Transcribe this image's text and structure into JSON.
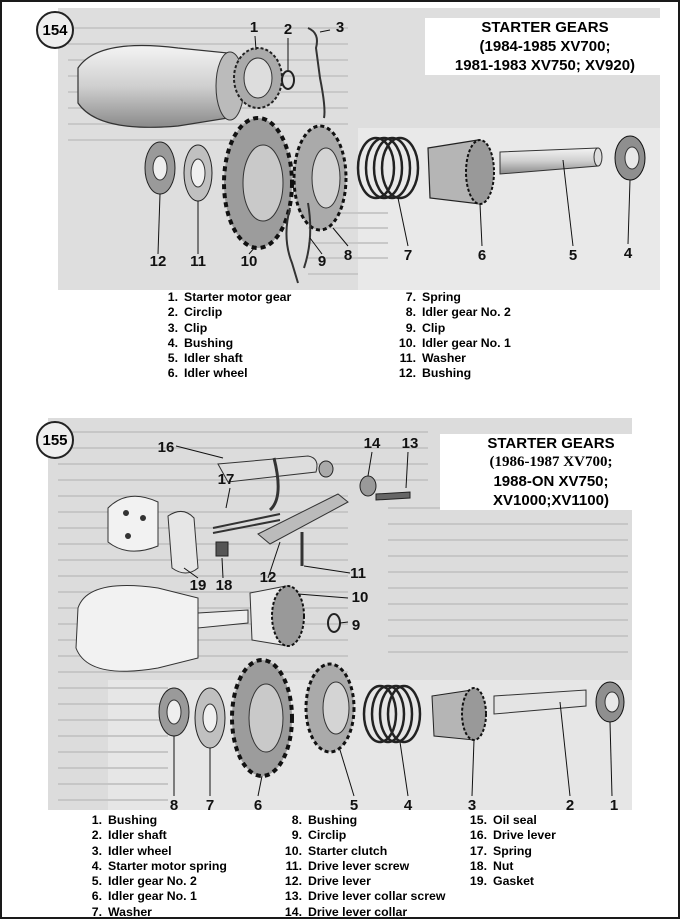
{
  "figure_1": {
    "badge": "154",
    "title": [
      "STARTER GEARS",
      "(1984-1985 XV700;",
      "1981-1983 XV750; XV920)"
    ],
    "callouts": [
      "1",
      "2",
      "3",
      "4",
      "5",
      "6",
      "7",
      "8",
      "9",
      "10",
      "11",
      "12"
    ],
    "legend_left": [
      {
        "n": "1.",
        "label": "Starter motor gear"
      },
      {
        "n": "2.",
        "label": "Circlip"
      },
      {
        "n": "3.",
        "label": "Clip"
      },
      {
        "n": "4.",
        "label": "Bushing"
      },
      {
        "n": "5.",
        "label": "Idler shaft"
      },
      {
        "n": "6.",
        "label": "Idler wheel"
      }
    ],
    "legend_right": [
      {
        "n": "7.",
        "label": "Spring"
      },
      {
        "n": "8.",
        "label": "Idler gear No. 2"
      },
      {
        "n": "9.",
        "label": "Clip"
      },
      {
        "n": "10.",
        "label": "Idler gear No. 1"
      },
      {
        "n": "11.",
        "label": "Washer"
      },
      {
        "n": "12.",
        "label": "Bushing"
      }
    ]
  },
  "figure_2": {
    "badge": "155",
    "title": [
      "STARTER GEARS",
      "(1986-1987 XV700;",
      "1988-ON XV750;",
      "XV1000;XV1100)"
    ],
    "callouts": [
      "1",
      "2",
      "3",
      "4",
      "5",
      "6",
      "7",
      "8",
      "9",
      "10",
      "11",
      "12",
      "13",
      "14",
      "16",
      "17",
      "18",
      "19"
    ],
    "legend_col1": [
      {
        "n": "1.",
        "label": "Bushing"
      },
      {
        "n": "2.",
        "label": "Idler shaft"
      },
      {
        "n": "3.",
        "label": "Idler wheel"
      },
      {
        "n": "4.",
        "label": "Starter motor spring"
      },
      {
        "n": "5.",
        "label": "Idler gear No. 2"
      },
      {
        "n": "6.",
        "label": "Idler gear No. 1"
      },
      {
        "n": "7.",
        "label": "Washer"
      }
    ],
    "legend_col2": [
      {
        "n": "8.",
        "label": "Bushing"
      },
      {
        "n": "9.",
        "label": "Circlip"
      },
      {
        "n": "10.",
        "label": "Starter clutch"
      },
      {
        "n": "11.",
        "label": "Drive lever screw"
      },
      {
        "n": "12.",
        "label": "Drive lever"
      },
      {
        "n": "13.",
        "label": "Drive lever collar screw"
      },
      {
        "n": "14.",
        "label": "Drive lever collar"
      }
    ],
    "legend_col3": [
      {
        "n": "15.",
        "label": "Oil seal"
      },
      {
        "n": "16.",
        "label": "Drive lever"
      },
      {
        "n": "17.",
        "label": "Spring"
      },
      {
        "n": "18.",
        "label": "Nut"
      },
      {
        "n": "19.",
        "label": "Gasket"
      }
    ]
  }
}
